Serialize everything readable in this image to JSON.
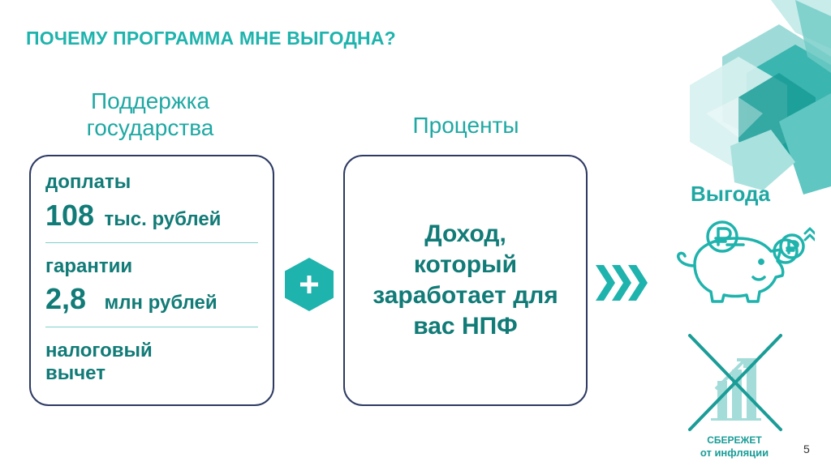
{
  "slide": {
    "title": "ПОЧЕМУ ПРОГРАММА МНЕ ВЫГОДНА?",
    "page_number": "5",
    "colors": {
      "accent": "#1fb3ad",
      "text_dark": "#117b77",
      "border": "#2d3a63"
    }
  },
  "support": {
    "heading_line1": "Поддержка",
    "heading_line2": "государства",
    "items": [
      {
        "label": "доплаты",
        "value": "108",
        "unit": "тыс. рублей"
      },
      {
        "label": "гарантии",
        "value": "2,8",
        "unit": "млн рублей"
      },
      {
        "label_line1": "налоговый",
        "label_line2": "вычет"
      }
    ]
  },
  "interest": {
    "heading": "Проценты",
    "body_lines": [
      "Доход,",
      "который",
      "заработает для",
      "вас НПФ"
    ]
  },
  "benefit": {
    "heading": "Выгода",
    "inflation_line1": "СБЕРЕЖЕТ",
    "inflation_line2": "от инфляции"
  },
  "icons": {
    "plus": "plus-icon",
    "arrows": "triple-chevron-icon",
    "piggy": "piggy-bank-icon",
    "chart": "crossed-chart-icon",
    "decor": "hexagon-decoration"
  }
}
